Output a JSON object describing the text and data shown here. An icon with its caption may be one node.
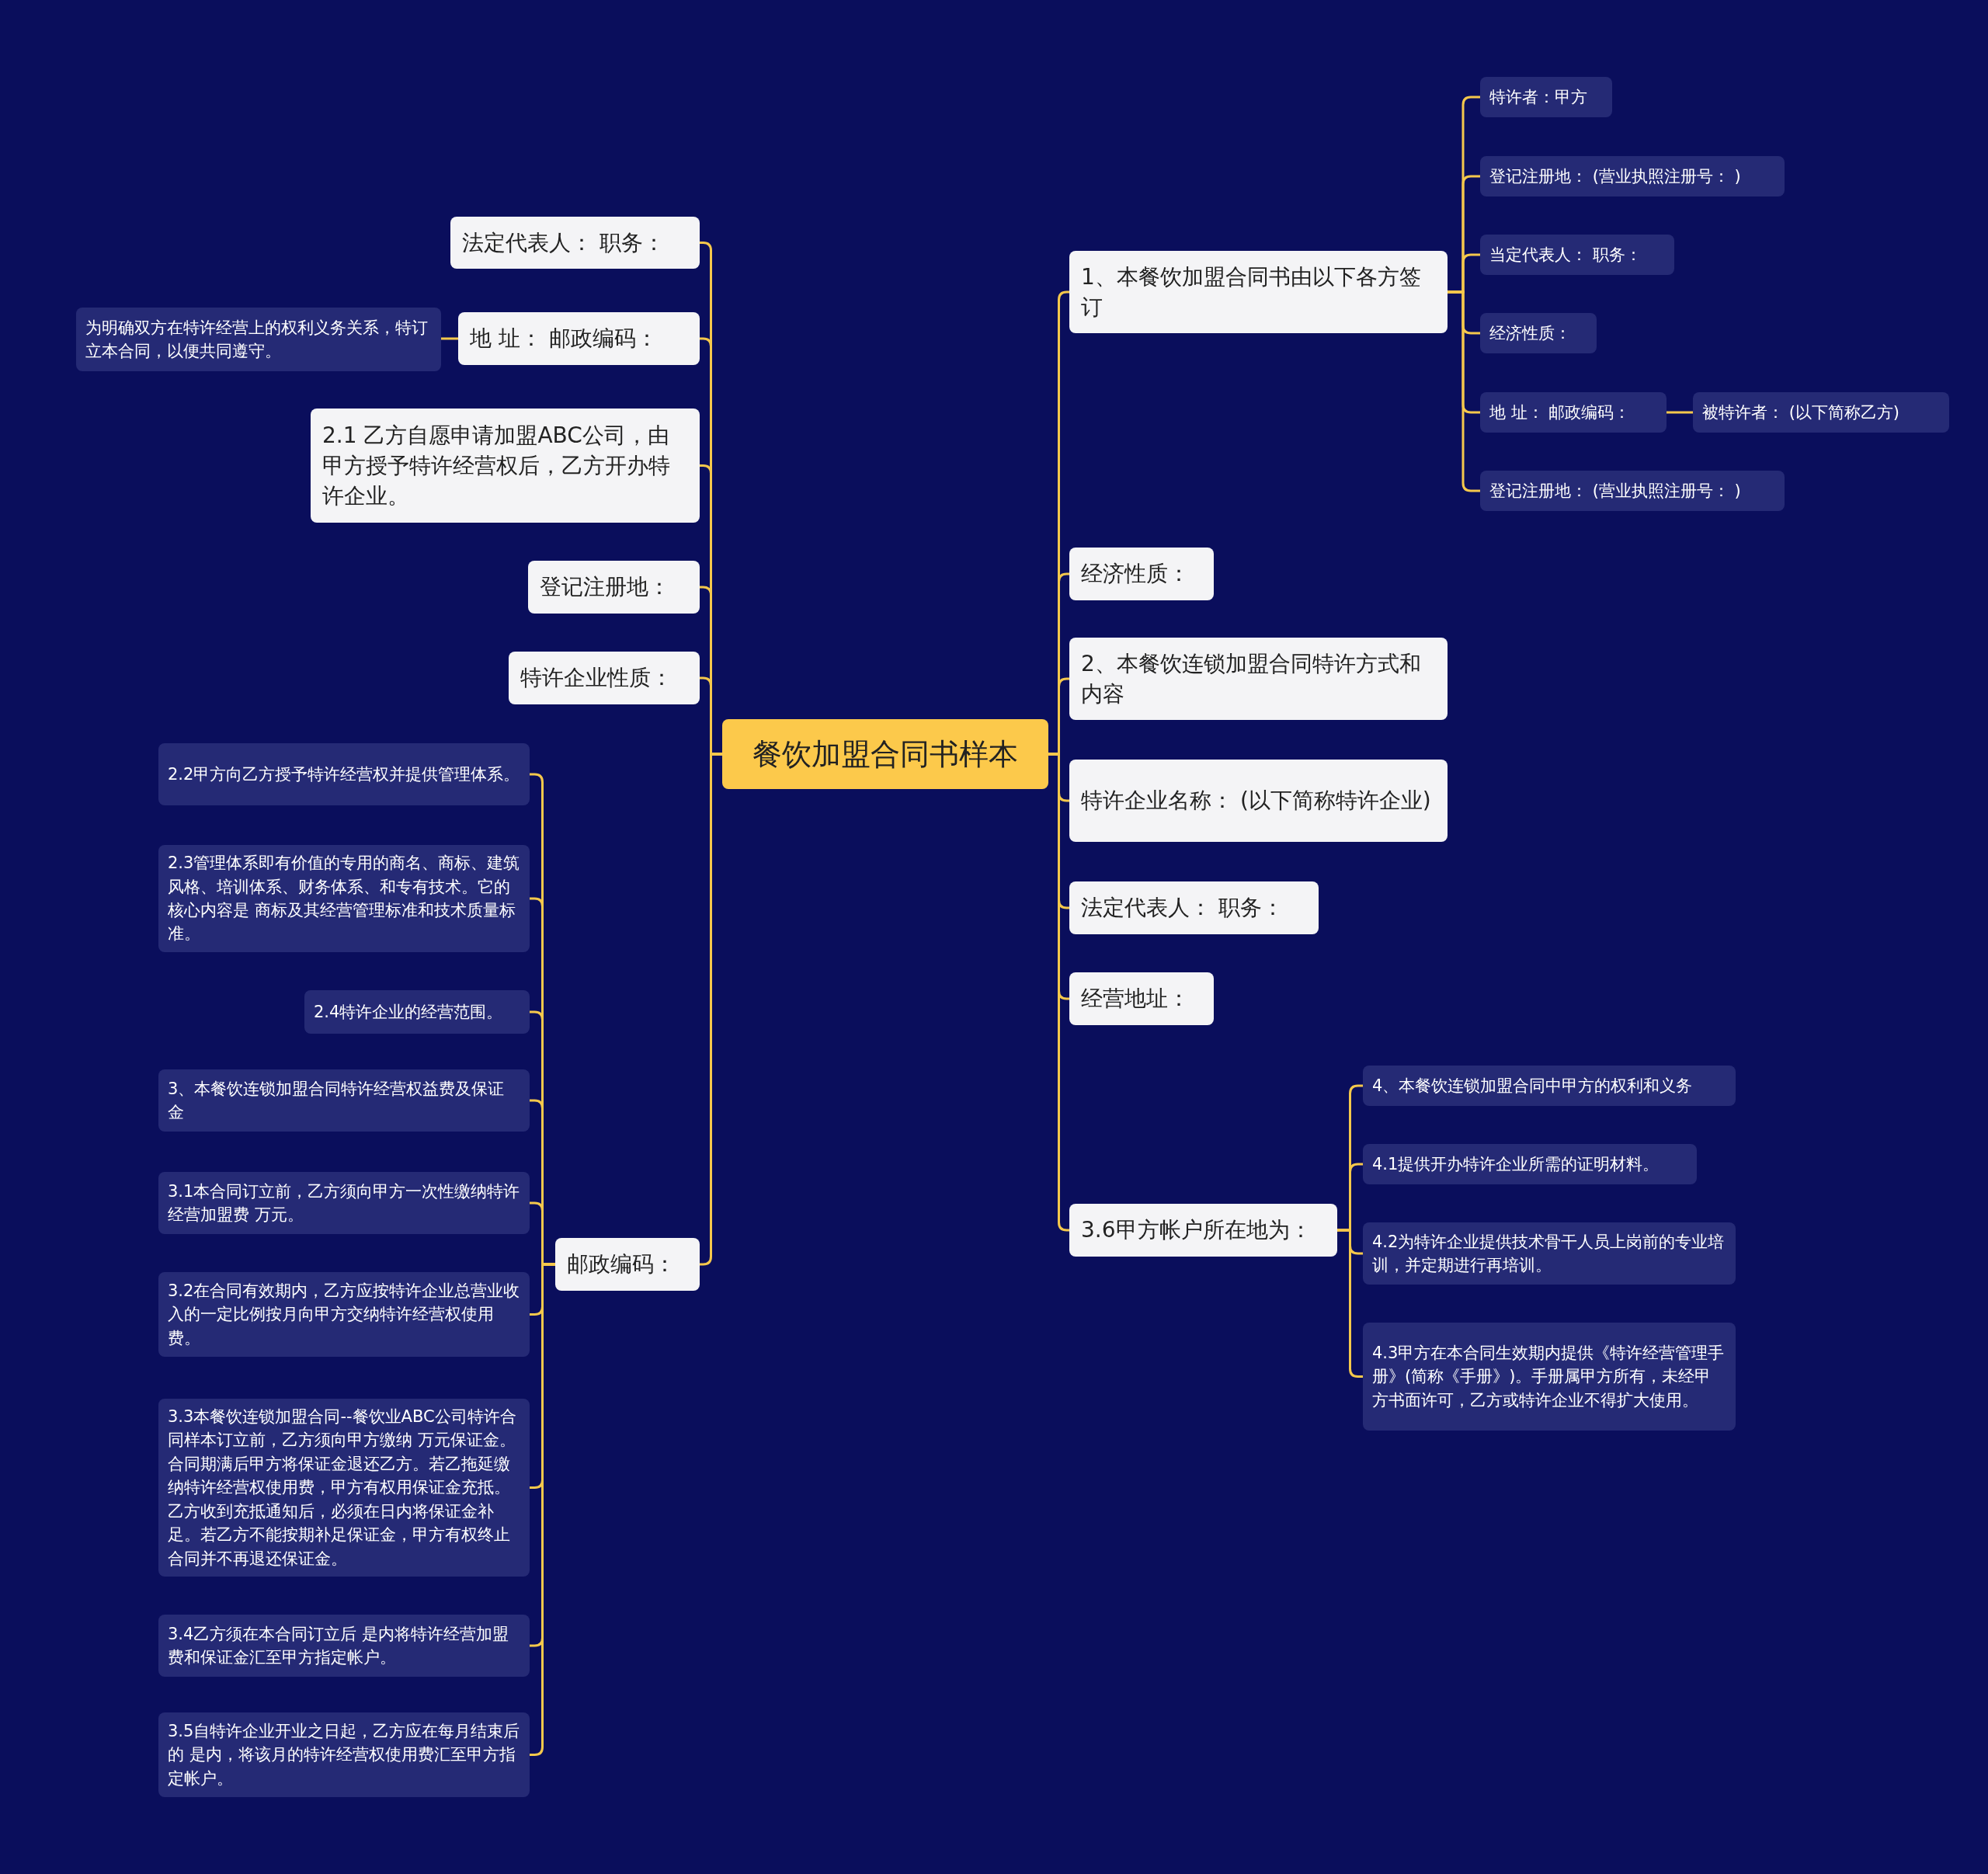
{
  "diagram": {
    "nodes": [
      {
        "text": [
          "餐饮加盟合同书样本"
        ]
      },
      {
        "text": [
          "法定代表人： 职务："
        ]
      },
      {
        "text": [
          "地 址： 邮政编码："
        ]
      },
      {
        "text": [
          "2.1 乙方自愿申请加盟ABC公司，由甲方授予特许经营权后，乙方开办特许企业。"
        ]
      },
      {
        "text": [
          "登记注册地："
        ]
      },
      {
        "text": [
          "特许企业性质："
        ]
      },
      {
        "text": [
          "邮政编码："
        ]
      },
      {
        "text": [
          "为明确双方在特许经营上的权利义务关系，特订立本合同，以便共同遵守。"
        ]
      },
      {
        "text": [
          "2.2甲方向乙方授予特许经营权并提供管理体系。"
        ]
      },
      {
        "text": [
          "2.3管理体系即有价值的专用的商名、商标、建筑风格、培训体系、财务体系、和专有技术。它的核心内容是 商标及其经营管理标准和技术质量标准。"
        ]
      },
      {
        "text": [
          "2.4特许企业的经营范围。"
        ]
      },
      {
        "text": [
          "3、本餐饮连锁加盟合同特许经营权益费及保证金"
        ]
      },
      {
        "text": [
          "3.1本合同订立前，乙方须向甲方一次性缴纳特许经营加盟费 万元。"
        ]
      },
      {
        "text": [
          "3.2在合同有效期内，乙方应按特许企业总营业收入的一定比例按月向甲方交纳特许经营权使用费。"
        ]
      },
      {
        "text": [
          "3.3本餐饮连锁加盟合同--餐饮业ABC公司特许合同样本订立前，乙方须向甲方缴纳 万元保证金。合同期满后甲方将保证金退还乙方。若乙拖延缴纳特许经营权使用费，甲方有权用保证金充抵。乙方收到充抵通知后，必须在日内将保证金补足。若乙方不能按期补足保证金，甲方有权终止合同并不再退还保证金。"
        ]
      },
      {
        "text": [
          "3.4乙方须在本合同订立后 是内将特许经营加盟费和保证金汇至甲方指定帐户。"
        ]
      },
      {
        "text": [
          "3.5自特许企业开业之日起，乙方应在每月结束后的 是内，将该月的特许经营权使用费汇至甲方指定帐户。"
        ]
      },
      {
        "text": [
          "1、本餐饮加盟合同书由以下各方签订"
        ]
      },
      {
        "text": [
          "经济性质："
        ]
      },
      {
        "text": [
          "2、本餐饮连锁加盟合同特许方式和内容"
        ]
      },
      {
        "text": [
          "特许企业名称： (以下简称特许企业)"
        ]
      },
      {
        "text": [
          "法定代表人： 职务："
        ]
      },
      {
        "text": [
          "经营地址："
        ]
      },
      {
        "text": [
          "3.6甲方帐户所在地为："
        ]
      },
      {
        "text": [
          "特许者：甲方"
        ]
      },
      {
        "text": [
          "登记注册地： (营业执照注册号： )"
        ]
      },
      {
        "text": [
          "当定代表人： 职务："
        ]
      },
      {
        "text": [
          "经济性质："
        ]
      },
      {
        "text": [
          "地 址： 邮政编码："
        ]
      },
      {
        "text": [
          "被特许者： (以下简称乙方)"
        ]
      },
      {
        "text": [
          "登记注册地： (营业执照注册号： )"
        ]
      },
      {
        "text": [
          "4、本餐饮连锁加盟合同中甲方的权利和义务"
        ]
      },
      {
        "text": [
          "4.1提供开办特许企业所需的证明材料。"
        ]
      },
      {
        "text": [
          "4.2为特许企业提供技术骨干人员上岗前的专业培训，并定期进行再培训。"
        ]
      },
      {
        "text": [
          "4.3甲方在本合同生效期内提供《特许经营管理手册》(简称《手册》)。手册属甲方所有，未经甲方书面许可，乙方或特许企业不得扩大使用。"
        ]
      }
    ],
    "edges": [
      {
        "from": 0,
        "to": 1,
        "arrow": "none"
      },
      {
        "from": 0,
        "to": 2,
        "arrow": "none"
      },
      {
        "from": 0,
        "to": 3,
        "arrow": "none"
      },
      {
        "from": 0,
        "to": 4,
        "arrow": "none"
      },
      {
        "from": 0,
        "to": 5,
        "arrow": "none"
      },
      {
        "from": 0,
        "to": 6,
        "arrow": "none"
      },
      {
        "from": 2,
        "to": 7,
        "arrow": "none"
      },
      {
        "from": 6,
        "to": 8,
        "arrow": "none"
      },
      {
        "from": 6,
        "to": 9,
        "arrow": "none"
      },
      {
        "from": 6,
        "to": 10,
        "arrow": "none"
      },
      {
        "from": 6,
        "to": 11,
        "arrow": "none"
      },
      {
        "from": 6,
        "to": 12,
        "arrow": "none"
      },
      {
        "from": 6,
        "to": 13,
        "arrow": "none"
      },
      {
        "from": 6,
        "to": 14,
        "arrow": "none"
      },
      {
        "from": 6,
        "to": 15,
        "arrow": "none"
      },
      {
        "from": 6,
        "to": 16,
        "arrow": "none"
      },
      {
        "from": 0,
        "to": 17,
        "arrow": "none"
      },
      {
        "from": 0,
        "to": 18,
        "arrow": "none"
      },
      {
        "from": 0,
        "to": 19,
        "arrow": "none"
      },
      {
        "from": 0,
        "to": 20,
        "arrow": "none"
      },
      {
        "from": 0,
        "to": 21,
        "arrow": "none"
      },
      {
        "from": 0,
        "to": 22,
        "arrow": "none"
      },
      {
        "from": 0,
        "to": 23,
        "arrow": "none"
      },
      {
        "from": 17,
        "to": 24,
        "arrow": "none"
      },
      {
        "from": 17,
        "to": 25,
        "arrow": "none"
      },
      {
        "from": 17,
        "to": 26,
        "arrow": "none"
      },
      {
        "from": 17,
        "to": 27,
        "arrow": "none"
      },
      {
        "from": 17,
        "to": 28,
        "arrow": "none"
      },
      {
        "from": 28,
        "to": 29,
        "arrow": "none"
      },
      {
        "from": 17,
        "to": 30,
        "arrow": "none"
      },
      {
        "from": 23,
        "to": 31,
        "arrow": "none"
      },
      {
        "from": 23,
        "to": 32,
        "arrow": "none"
      },
      {
        "from": 23,
        "to": 33,
        "arrow": "none"
      },
      {
        "from": 23,
        "to": 34,
        "arrow": "none"
      }
    ]
  }
}
